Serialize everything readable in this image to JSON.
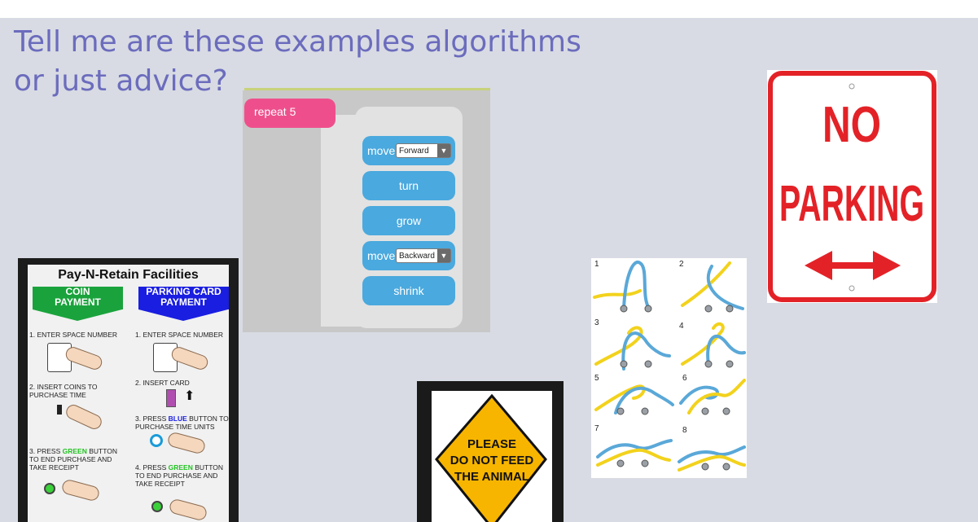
{
  "slide": {
    "title_line1": "Tell me are these examples algorithms",
    "title_line2": "or just advice?"
  },
  "blocks": {
    "repeat_label": "repeat 5",
    "items": [
      {
        "label": "move",
        "option": "Forward"
      },
      {
        "label": "turn"
      },
      {
        "label": "grow"
      },
      {
        "label": "move",
        "option": "Backward"
      },
      {
        "label": "shrink"
      }
    ],
    "dropdown_arrow": "▼"
  },
  "pay_sign": {
    "title": "Pay-N-Retain Facilities",
    "coin_header": "COIN\nPAYMENT",
    "card_header": "PARKING CARD\nPAYMENT",
    "coin_steps": {
      "s1": "1. ENTER SPACE NUMBER",
      "s2": "2. INSERT COINS TO PURCHASE TIME",
      "s3_a": "3. PRESS ",
      "s3_g": "GREEN",
      "s3_b": " BUTTON TO END PURCHASE AND TAKE RECEIPT"
    },
    "card_steps": {
      "s1": "1. ENTER SPACE NUMBER",
      "s2": "2. INSERT CARD",
      "s3_a": "3. PRESS ",
      "s3_b": "BLUE",
      "s3_c": " BUTTON TO PURCHASE TIME UNITS",
      "s4_a": "4. PRESS ",
      "s4_g": "GREEN",
      "s4_b": " BUTTON TO END PURCHASE AND TAKE RECEIPT"
    }
  },
  "knot_steps": [
    "1",
    "2",
    "3",
    "4",
    "5",
    "6",
    "7",
    "8"
  ],
  "feed_sign": {
    "line1": "PLEASE",
    "line2": "DO NOT FEED",
    "line3": "THE ANIMAL"
  },
  "parking_sign": {
    "line1": "NO",
    "line2": "PARKING"
  },
  "colors": {
    "slide_bg": "#d8dbe3",
    "title": "#6b6cbd",
    "repeat_block": "#ee4f8c",
    "action_block": "#4aa9de",
    "sign_red": "#e32227",
    "sign_yellow": "#f7b500",
    "rope_blue": "#5aa8d8",
    "rope_yellow": "#f2d21c"
  }
}
